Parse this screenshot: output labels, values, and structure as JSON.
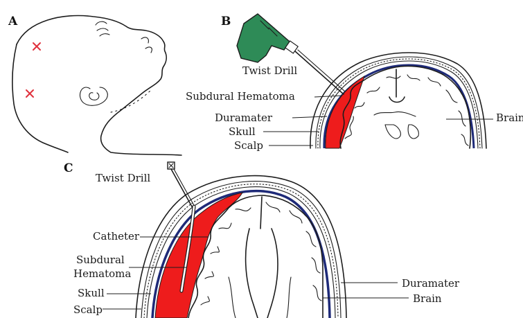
{
  "panels": {
    "a": {
      "letter": "A"
    },
    "b": {
      "letter": "B",
      "labels": {
        "drill": "Twist Drill",
        "hematoma": "Subdural Hematoma",
        "dura": "Duramater",
        "skull": "Skull",
        "scalp": "Scalp",
        "brain": "Brain"
      }
    },
    "c": {
      "letter": "C",
      "labels": {
        "drill": "Twist Drill",
        "catheter": "Catheter",
        "hematoma_line1": "Subdural",
        "hematoma_line2": "Hematoma",
        "skull": "Skull",
        "scalp": "Scalp",
        "dura": "Duramater",
        "brain": "Brain"
      }
    }
  },
  "colors": {
    "ink": "#1c1c1c",
    "hematoma": "#ee1c1c",
    "duramater": "#1e2a78",
    "drill_body": "#2e8b57",
    "marker": "#e0313d"
  }
}
